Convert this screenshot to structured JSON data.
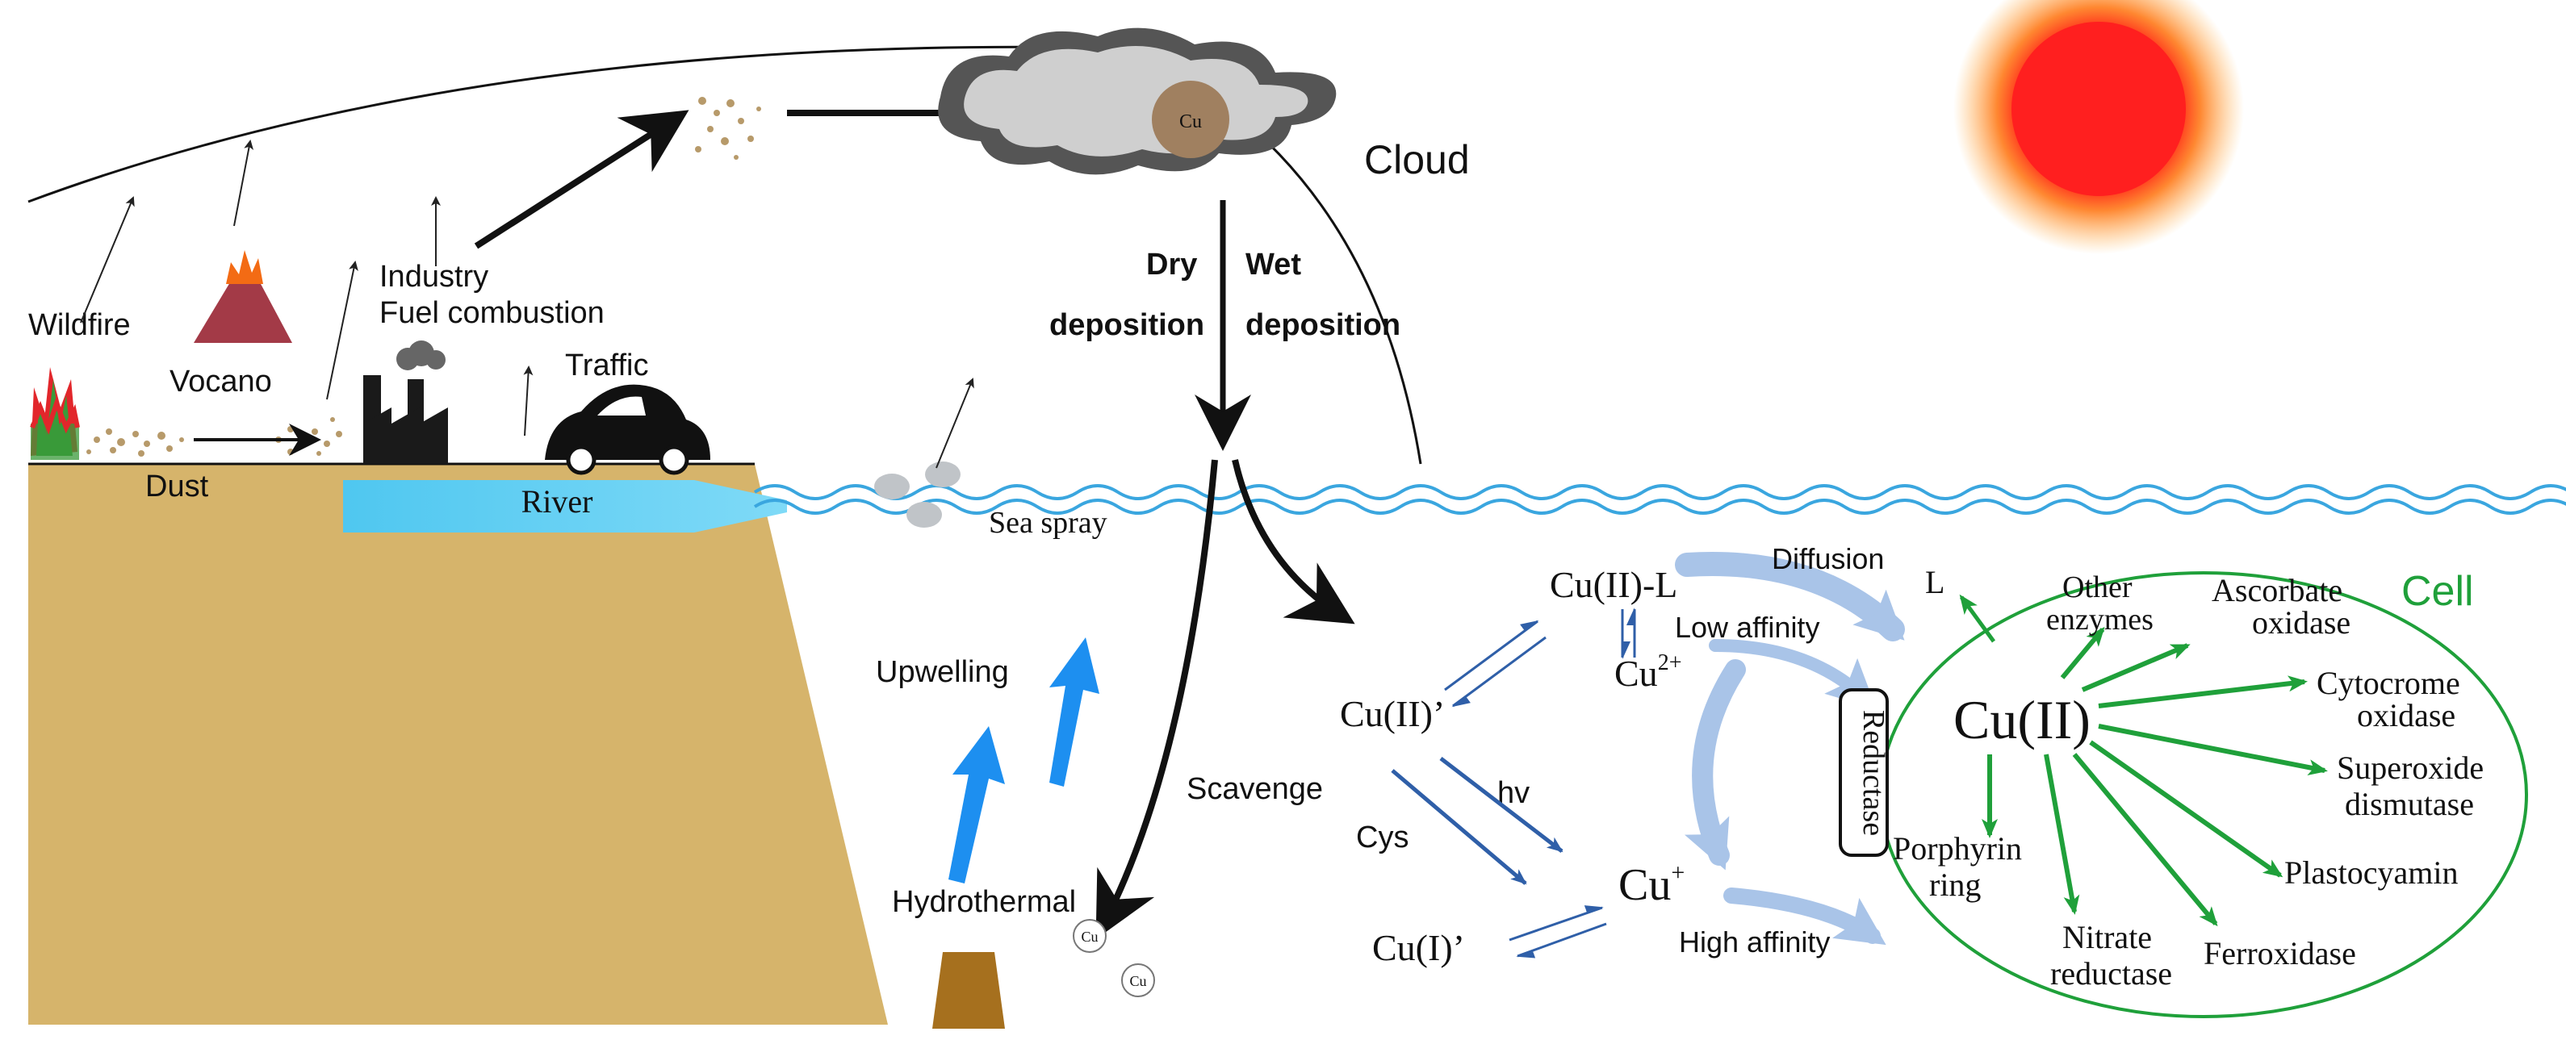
{
  "labels": {
    "wildfire": "Wildfire",
    "volcano": "Vocano",
    "industry": "Industry",
    "fuel_combustion": "Fuel combustion",
    "traffic": "Traffic",
    "dust": "Dust",
    "river": "River",
    "sea_spray": "Sea spray",
    "cloud": "Cloud",
    "cloud_cu": "Cu",
    "dry": "Dry",
    "dry_deposition": "deposition",
    "wet": "Wet",
    "wet_deposition": "deposition",
    "upwelling": "Upwelling",
    "hydrothermal": "Hydrothermal",
    "scavenge": "Scavenge",
    "particle_cu": "Cu",
    "cu_ii_l": "Cu(II)-L",
    "cu_2plus": "Cu",
    "cu_2plus_sup": "2+",
    "cu_ii_prime": "Cu(II)’",
    "hv": "hv",
    "cys": "Cys",
    "cu_plus": "Cu",
    "cu_plus_sup": "+",
    "cu_i_prime": "Cu(I)’",
    "diffusion": "Diffusion",
    "l": "L",
    "low_affinity": "Low affinity",
    "high_affinity": "High affinity",
    "reductase": "Reductase",
    "cell": "Cell",
    "cu_ii_cell": "Cu(II)",
    "other": "Other",
    "enzymes": "enzymes",
    "ascorbate": "Ascorbate",
    "ascorbate_oxidase": "oxidase",
    "cytocrome": "Cytocrome",
    "cytocrome_oxidase": "oxidase",
    "superoxide": "Superoxide",
    "dismutase": "dismutase",
    "plastocyamin": "Plastocyamin",
    "ferroxidase": "Ferroxidase",
    "nitrate": "Nitrate",
    "nitrate_reductase": "reductase",
    "porphyrin": "Porphyrin",
    "ring": "ring"
  },
  "colors": {
    "land": "#d6b46b",
    "river": "#55ccf2",
    "water_line": "#3aa6df",
    "cloud_outer": "#555555",
    "cloud_inner": "#cfcfcf",
    "cu_particle": "#a08060",
    "volcano": "#a33a47",
    "flame": "#f36b14",
    "fire_red": "#e2262b",
    "fire_green": "#3a9a3a",
    "sun_core": "#ff2020",
    "sun_glow": "#ff8c1a",
    "blue_arrow": "#1d8ff0",
    "light_arrow": "#a9c4e8",
    "chem_arrow": "#2f5fa8",
    "cell_green": "#1fa03a",
    "vent": "#a6701e",
    "dust": "#b79a6a"
  }
}
